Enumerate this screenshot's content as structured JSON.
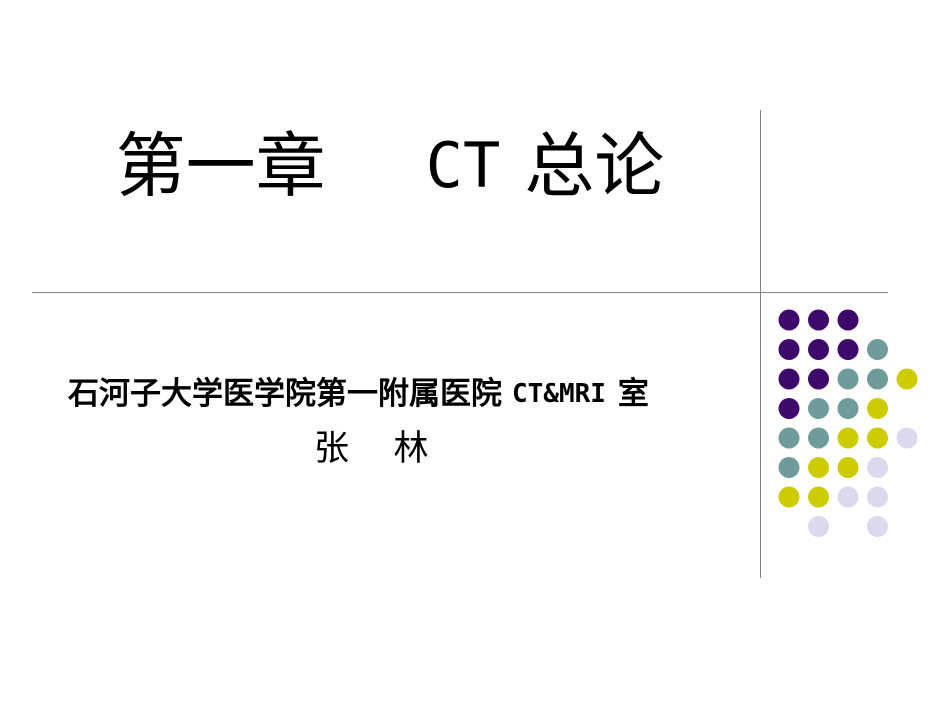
{
  "slide": {
    "title_cn": "第一章",
    "title_en": "CT",
    "title_cn_suffix": "总论",
    "institution_cn": "石河子大学医学院第一附属医院",
    "department_en": "CT&MRI",
    "department_suffix": "室",
    "author": "张    林"
  },
  "decoration": {
    "dot_colors": {
      "purple": "#3d0a6b",
      "teal": "#6f9c9a",
      "yellow": "#cccc00",
      "lavender": "#dcd8ee"
    },
    "dot_grid": [
      [
        "purple",
        "purple",
        "purple",
        null,
        null
      ],
      [
        "purple",
        "purple",
        "purple",
        "teal",
        null
      ],
      [
        "purple",
        "purple",
        "teal",
        "teal",
        "yellow"
      ],
      [
        "purple",
        "teal",
        "teal",
        "yellow",
        null
      ],
      [
        "teal",
        "teal",
        "yellow",
        "yellow",
        "lavender"
      ],
      [
        "teal",
        "yellow",
        "yellow",
        "lavender",
        null
      ],
      [
        "yellow",
        "yellow",
        "lavender",
        "lavender",
        null
      ],
      [
        null,
        "lavender",
        null,
        "lavender",
        null
      ]
    ],
    "divider_color": "#808080"
  }
}
